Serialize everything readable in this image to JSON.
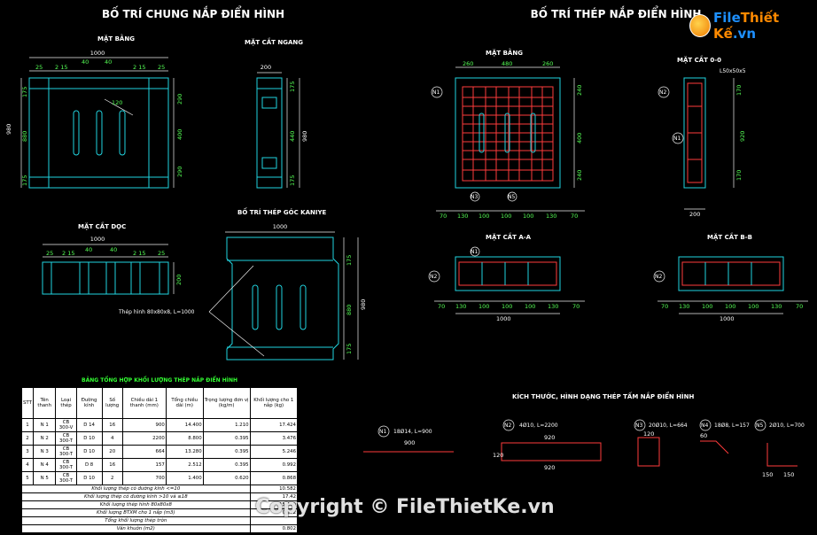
{
  "titles": {
    "left": "BỐ TRÍ CHUNG NẮP ĐIỂN HÌNH",
    "right": "BỐ TRÍ THÉP NẮP ĐIỂN HÌNH"
  },
  "logo": {
    "part1": "File",
    "part2": "Thiết Kế",
    "suffix": ".vn"
  },
  "views": {
    "mat_bang": "MẶT BẰNG",
    "mat_cat_ngang": "MẶT CẮT NGANG",
    "mat_cat_doc": "MẶT CẮT DỌC",
    "bo_tri_thep_goc": "BỐ TRÍ THÉP GÓC KANIYE",
    "mat_bang_thep": "MẶT BẰNG",
    "mat_cat_aa": "MẶT CẮT A-A",
    "mat_cat_bb": "MẶT CẮT B-B",
    "mat_cat_00": "MẶT CẮT 0-0",
    "rebar_shapes": "KÍCH THƯỚC, HÌNH DẠNG THÉP TẤM NẮP ĐIỂN HÌNH",
    "angle_note": "Thép hình 80x80x8, L=1000",
    "angle_tag": "L50x50x5"
  },
  "dims": {
    "d1000": "1000",
    "d40": "40",
    "d25": "25",
    "d215": "2 15",
    "d200": "200",
    "d290": "290",
    "d400": "400",
    "d175": "175",
    "d980": "980",
    "d880": "880",
    "d440": "440",
    "d260": "260",
    "d480": "480",
    "d240": "240",
    "d920": "920",
    "d70": "70",
    "d130": "130",
    "d100": "100",
    "d900": "900",
    "d120": "120",
    "d150": "150",
    "d60": "60",
    "d170": "170"
  },
  "marks": [
    "N1",
    "N2",
    "N3",
    "N4",
    "N5"
  ],
  "rebar_labels": {
    "n1": "18Ø14, L=900",
    "n2": "4Ø10, L=2200",
    "n3": "20Ø10, L=664",
    "n4": "18Ø8, L=157",
    "n5": "2Ø10, L=700"
  },
  "table": {
    "title": "BẢNG TỔNG HỢP KHỐI LƯỢNG THÉP NẮP ĐIỂN HÌNH",
    "headers": [
      "STT",
      "Tên thanh",
      "Loại thép",
      "Đường kính",
      "Số lượng",
      "Chiều dài 1 thanh (mm)",
      "Tổng chiều dài (m)",
      "Trọng lượng đơn vị (kg/m)",
      "Khối lượng cho 1 nắp (kg)"
    ],
    "rows": [
      [
        "1",
        "N 1",
        "CB 300-V",
        "D 14",
        "16",
        "900",
        "14.400",
        "1.210",
        "17.424"
      ],
      [
        "2",
        "N 2",
        "CB 300-T",
        "D 10",
        "4",
        "2200",
        "8.800",
        "0.395",
        "3.476"
      ],
      [
        "3",
        "N 3",
        "CB 300-T",
        "D 10",
        "20",
        "664",
        "13.280",
        "0.395",
        "5.246"
      ],
      [
        "4",
        "N 4",
        "CB 300-T",
        "D 8",
        "16",
        "157",
        "2.512",
        "0.395",
        "0.992"
      ],
      [
        "5",
        "N 5",
        "CB 300-T",
        "D 10",
        "2",
        "700",
        "1.400",
        "0.620",
        "0.868"
      ]
    ],
    "summary": [
      [
        "Khối lượng thép có đường kính <=10",
        "10.582"
      ],
      [
        "Khối lượng thép có đường kính >10 và ≤18",
        "17.42"
      ],
      [
        "Khối lượng thép hình 80x80x8",
        "15.290"
      ],
      [
        "Khối lượng BTXM cho 1 nắp (m3)",
        "0.072"
      ],
      [
        "Tổng khối lượng thép tròn",
        ""
      ],
      [
        "Ván khuôn (m2)",
        "0.802"
      ]
    ]
  },
  "copyright": "Copyright © FileThietKe.vn"
}
